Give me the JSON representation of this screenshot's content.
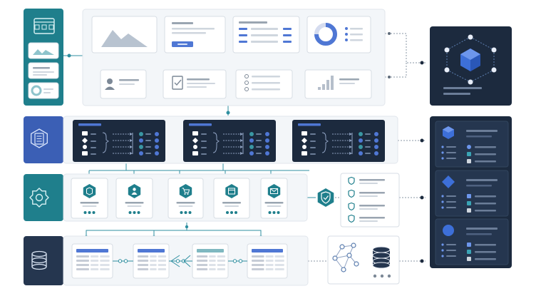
{
  "colors": {
    "teal": "#1f7f8c",
    "teal_light": "#3a97a3",
    "blue": "#3b5fb5",
    "blue_light": "#4f77d4",
    "navy": "#1c2a3e",
    "navy_card": "#25364f",
    "line": "#2f8fa0",
    "grid_line": "#5d7fb0",
    "panel_bg": "#f3f6f9",
    "card_border": "#d7dde4",
    "gray_bar": "#cfd6de",
    "gray_dark": "#9aa5b1"
  },
  "icons": {
    "layer1": "browser-window-icon",
    "layer2": "list-document-icon",
    "layer3": "gear-icon",
    "layer4": "database-icon",
    "cube": "cube-icon",
    "shield": "shield-check-icon",
    "diamond": "diamond-icon",
    "circle": "circle-icon",
    "network": "network-graph-icon",
    "services": [
      "box-icon",
      "user-icon",
      "cart-icon",
      "calendar-icon",
      "mail-icon"
    ]
  },
  "layers": {
    "presentation": {
      "cards": [
        "image-card",
        "form-card",
        "list-card",
        "donut-card",
        "profile-card",
        "checklist-card",
        "task-list-card",
        "bar-chart-card"
      ]
    },
    "processing": {
      "pipelines": 3
    },
    "services": {
      "count": 5
    },
    "data": {
      "tables": 4
    }
  }
}
